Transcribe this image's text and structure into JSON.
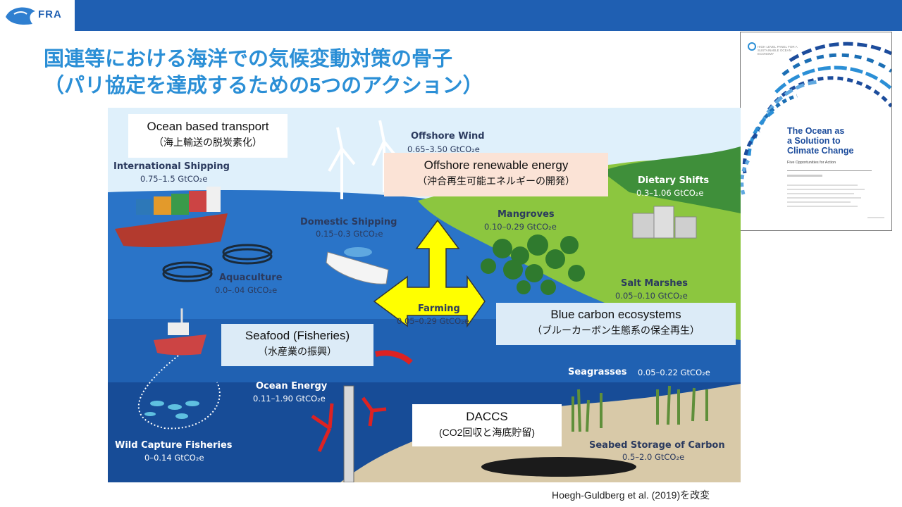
{
  "header": {
    "logo_text": "FRA"
  },
  "titles": {
    "line1": "国連等における海洋での気候変動対策の骨子",
    "line2": "（パリ協定を達成するための5つのアクション）"
  },
  "cover": {
    "org": "HIGH LEVEL PANEL FOR A SUSTAINABLE OCEAN ECONOMY",
    "title_l1": "The Ocean as",
    "title_l2": "a Solution to",
    "title_l3": "Climate Change",
    "subtitle": "Five Opportunities for Action"
  },
  "labels": {
    "intl_shipping": {
      "name": "International Shipping",
      "value": "0.75–1.5 GtCO₂e"
    },
    "offshore_wind": {
      "name": "Offshore Wind",
      "value": "0.65–3.50 GtCO₂e"
    },
    "dietary_shifts": {
      "name": "Dietary Shifts",
      "value": "0.3–1.06 GtCO₂e"
    },
    "domestic_shipping": {
      "name": "Domestic Shipping",
      "value": "0.15–0.3 GtCO₂e"
    },
    "mangroves": {
      "name": "Mangroves",
      "value": "0.10–0.29 GtCO₂e"
    },
    "aquaculture": {
      "name": "Aquaculture",
      "value": "0.0–.04 GtCO₂e"
    },
    "salt_marshes": {
      "name": "Salt Marshes",
      "value": "0.05–0.10 GtCO₂e"
    },
    "farming": {
      "name": "Farming",
      "value": "0.05–0.29 GtCO₂e"
    },
    "seagrasses": {
      "name": "Seagrasses",
      "value": "0.05–0.22 GtCO₂e"
    },
    "ocean_energy": {
      "name": "Ocean Energy",
      "value": "0.11–1.90 GtCO₂e"
    },
    "wild_capture": {
      "name": "Wild Capture Fisheries",
      "value": "0–0.14 GtCO₂e"
    },
    "seabed_storage": {
      "name": "Seabed Storage of Carbon",
      "value": "0.5–2.0 GtCO₂e"
    }
  },
  "callouts": {
    "transport": {
      "main": "Ocean based transport",
      "jp": "（海上輸送の脱炭素化）"
    },
    "renewable": {
      "main": "Offshore renewable energy",
      "jp": "（沖合再生可能エネルギーの開発）"
    },
    "blue_carbon": {
      "main": "Blue carbon ecosystems",
      "jp": "（ブルーカーボン生態系の保全再生）"
    },
    "seafood": {
      "main": "Seafood (Fisheries)",
      "jp": "（水産業の振興）"
    },
    "daccs": {
      "main": "DACCS",
      "jp": "(CO2回収と海底貯留)"
    }
  },
  "credit": "Hoegh-Guldberg et al. (2019)を改変",
  "colors": {
    "header": "#1f5fb2",
    "title": "#2b8fd6",
    "arrow": "#ffff00"
  }
}
